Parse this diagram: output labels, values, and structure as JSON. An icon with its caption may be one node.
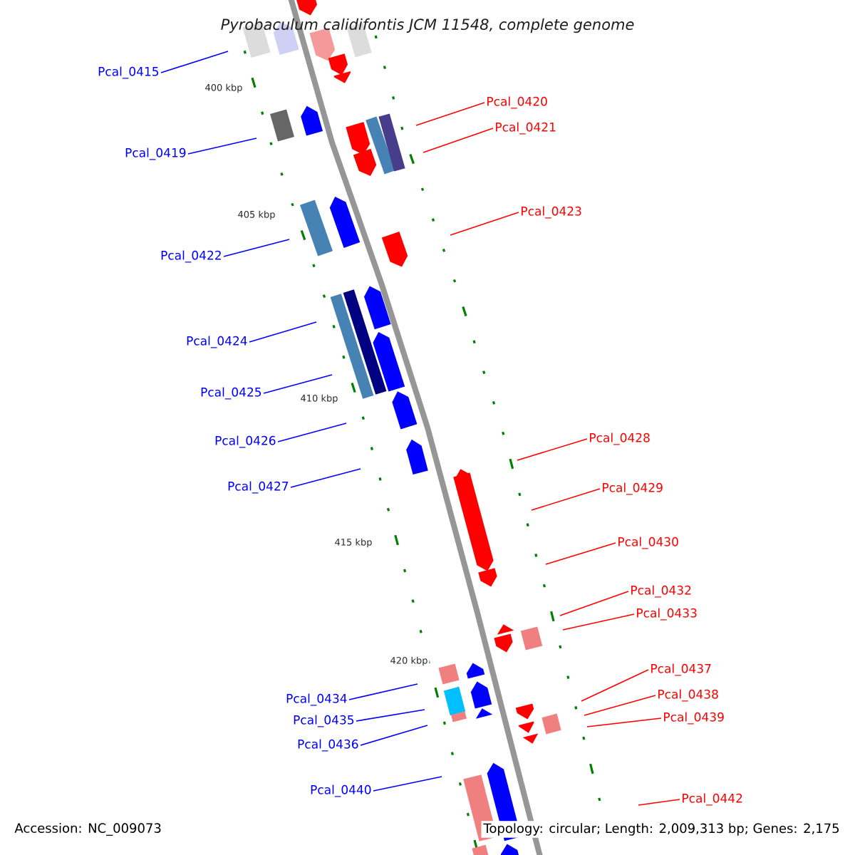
{
  "diagram": {
    "title": "Pyrobaculum calidifontis JCM 11548, complete genome",
    "nodes": [
      {
        "text": [
          "Pcal_0415"
        ]
      },
      {
        "text": [
          "Pcal_0420"
        ]
      },
      {
        "text": [
          "Pcal_0421"
        ]
      },
      {
        "text": [
          "Pcal_0419"
        ]
      },
      {
        "text": [
          "Pcal_0423"
        ]
      },
      {
        "text": [
          "Pcal_0422"
        ]
      },
      {
        "text": [
          "Pcal_0424"
        ]
      },
      {
        "text": [
          "Pcal_0425"
        ]
      },
      {
        "text": [
          "Pcal_0428"
        ]
      },
      {
        "text": [
          "Pcal_0426"
        ]
      },
      {
        "text": [
          "Pcal_0427"
        ]
      },
      {
        "text": [
          "Pcal_0429"
        ]
      },
      {
        "text": [
          "Pcal_0430"
        ]
      },
      {
        "text": [
          "Pcal_0432"
        ]
      },
      {
        "text": [
          "Pcal_0433"
        ]
      },
      {
        "text": [
          "Pcal_0437"
        ]
      },
      {
        "text": [
          "Pcal_0438"
        ]
      },
      {
        "text": [
          "Pcal_0434"
        ]
      },
      {
        "text": [
          "Pcal_0439"
        ]
      },
      {
        "text": [
          "Pcal_0435"
        ]
      },
      {
        "text": [
          "Pcal_0436"
        ]
      },
      {
        "text": [
          "Pcal_0440"
        ]
      },
      {
        "text": [
          "Pcal_0442"
        ]
      }
    ],
    "edges": [
      {
        "from": 0,
        "to": null,
        "arrow": "none",
        "color": "#0000ff"
      },
      {
        "from": 1,
        "to": null,
        "arrow": "none"
      },
      {
        "from": 2,
        "to": null,
        "arrow": "none"
      },
      {
        "from": 3,
        "to": null,
        "arrow": "none",
        "color": "#0000ff"
      },
      {
        "from": 4,
        "to": null,
        "arrow": "none"
      },
      {
        "from": 5,
        "to": null,
        "arrow": "none",
        "color": "#0000ff"
      },
      {
        "from": 6,
        "to": null,
        "arrow": "none",
        "color": "#0000ff"
      },
      {
        "from": 7,
        "to": null,
        "arrow": "none",
        "color": "#0000ff"
      },
      {
        "from": 8,
        "to": null,
        "arrow": "none"
      },
      {
        "from": 9,
        "to": null,
        "arrow": "none",
        "color": "#0000ff"
      },
      {
        "from": 10,
        "to": null,
        "arrow": "none",
        "color": "#0000ff"
      },
      {
        "from": 11,
        "to": null,
        "arrow": "none"
      },
      {
        "from": 12,
        "to": null,
        "arrow": "none"
      },
      {
        "from": 13,
        "to": null,
        "arrow": "none"
      },
      {
        "from": 14,
        "to": null,
        "arrow": "none"
      },
      {
        "from": 15,
        "to": null,
        "arrow": "none"
      },
      {
        "from": 16,
        "to": null,
        "arrow": "none"
      },
      {
        "from": 17,
        "to": null,
        "arrow": "none",
        "color": "#0000ff"
      },
      {
        "from": 18,
        "to": null,
        "arrow": "none"
      },
      {
        "from": 19,
        "to": null,
        "arrow": "none",
        "color": "#0000ff"
      },
      {
        "from": 20,
        "to": null,
        "arrow": "none",
        "color": "#0000ff"
      },
      {
        "from": 21,
        "to": null,
        "arrow": "none",
        "color": "#0000ff"
      },
      {
        "from": 22,
        "to": null,
        "arrow": "none"
      }
    ],
    "labels": [
      "400 kbp",
      "405 kbp",
      "410 kbp",
      "415 kbp",
      "420 kbp",
      "Accession: NC_009073",
      "Topology: circular; Length: 2,009,313 bp; Genes: 2,175"
    ]
  }
}
